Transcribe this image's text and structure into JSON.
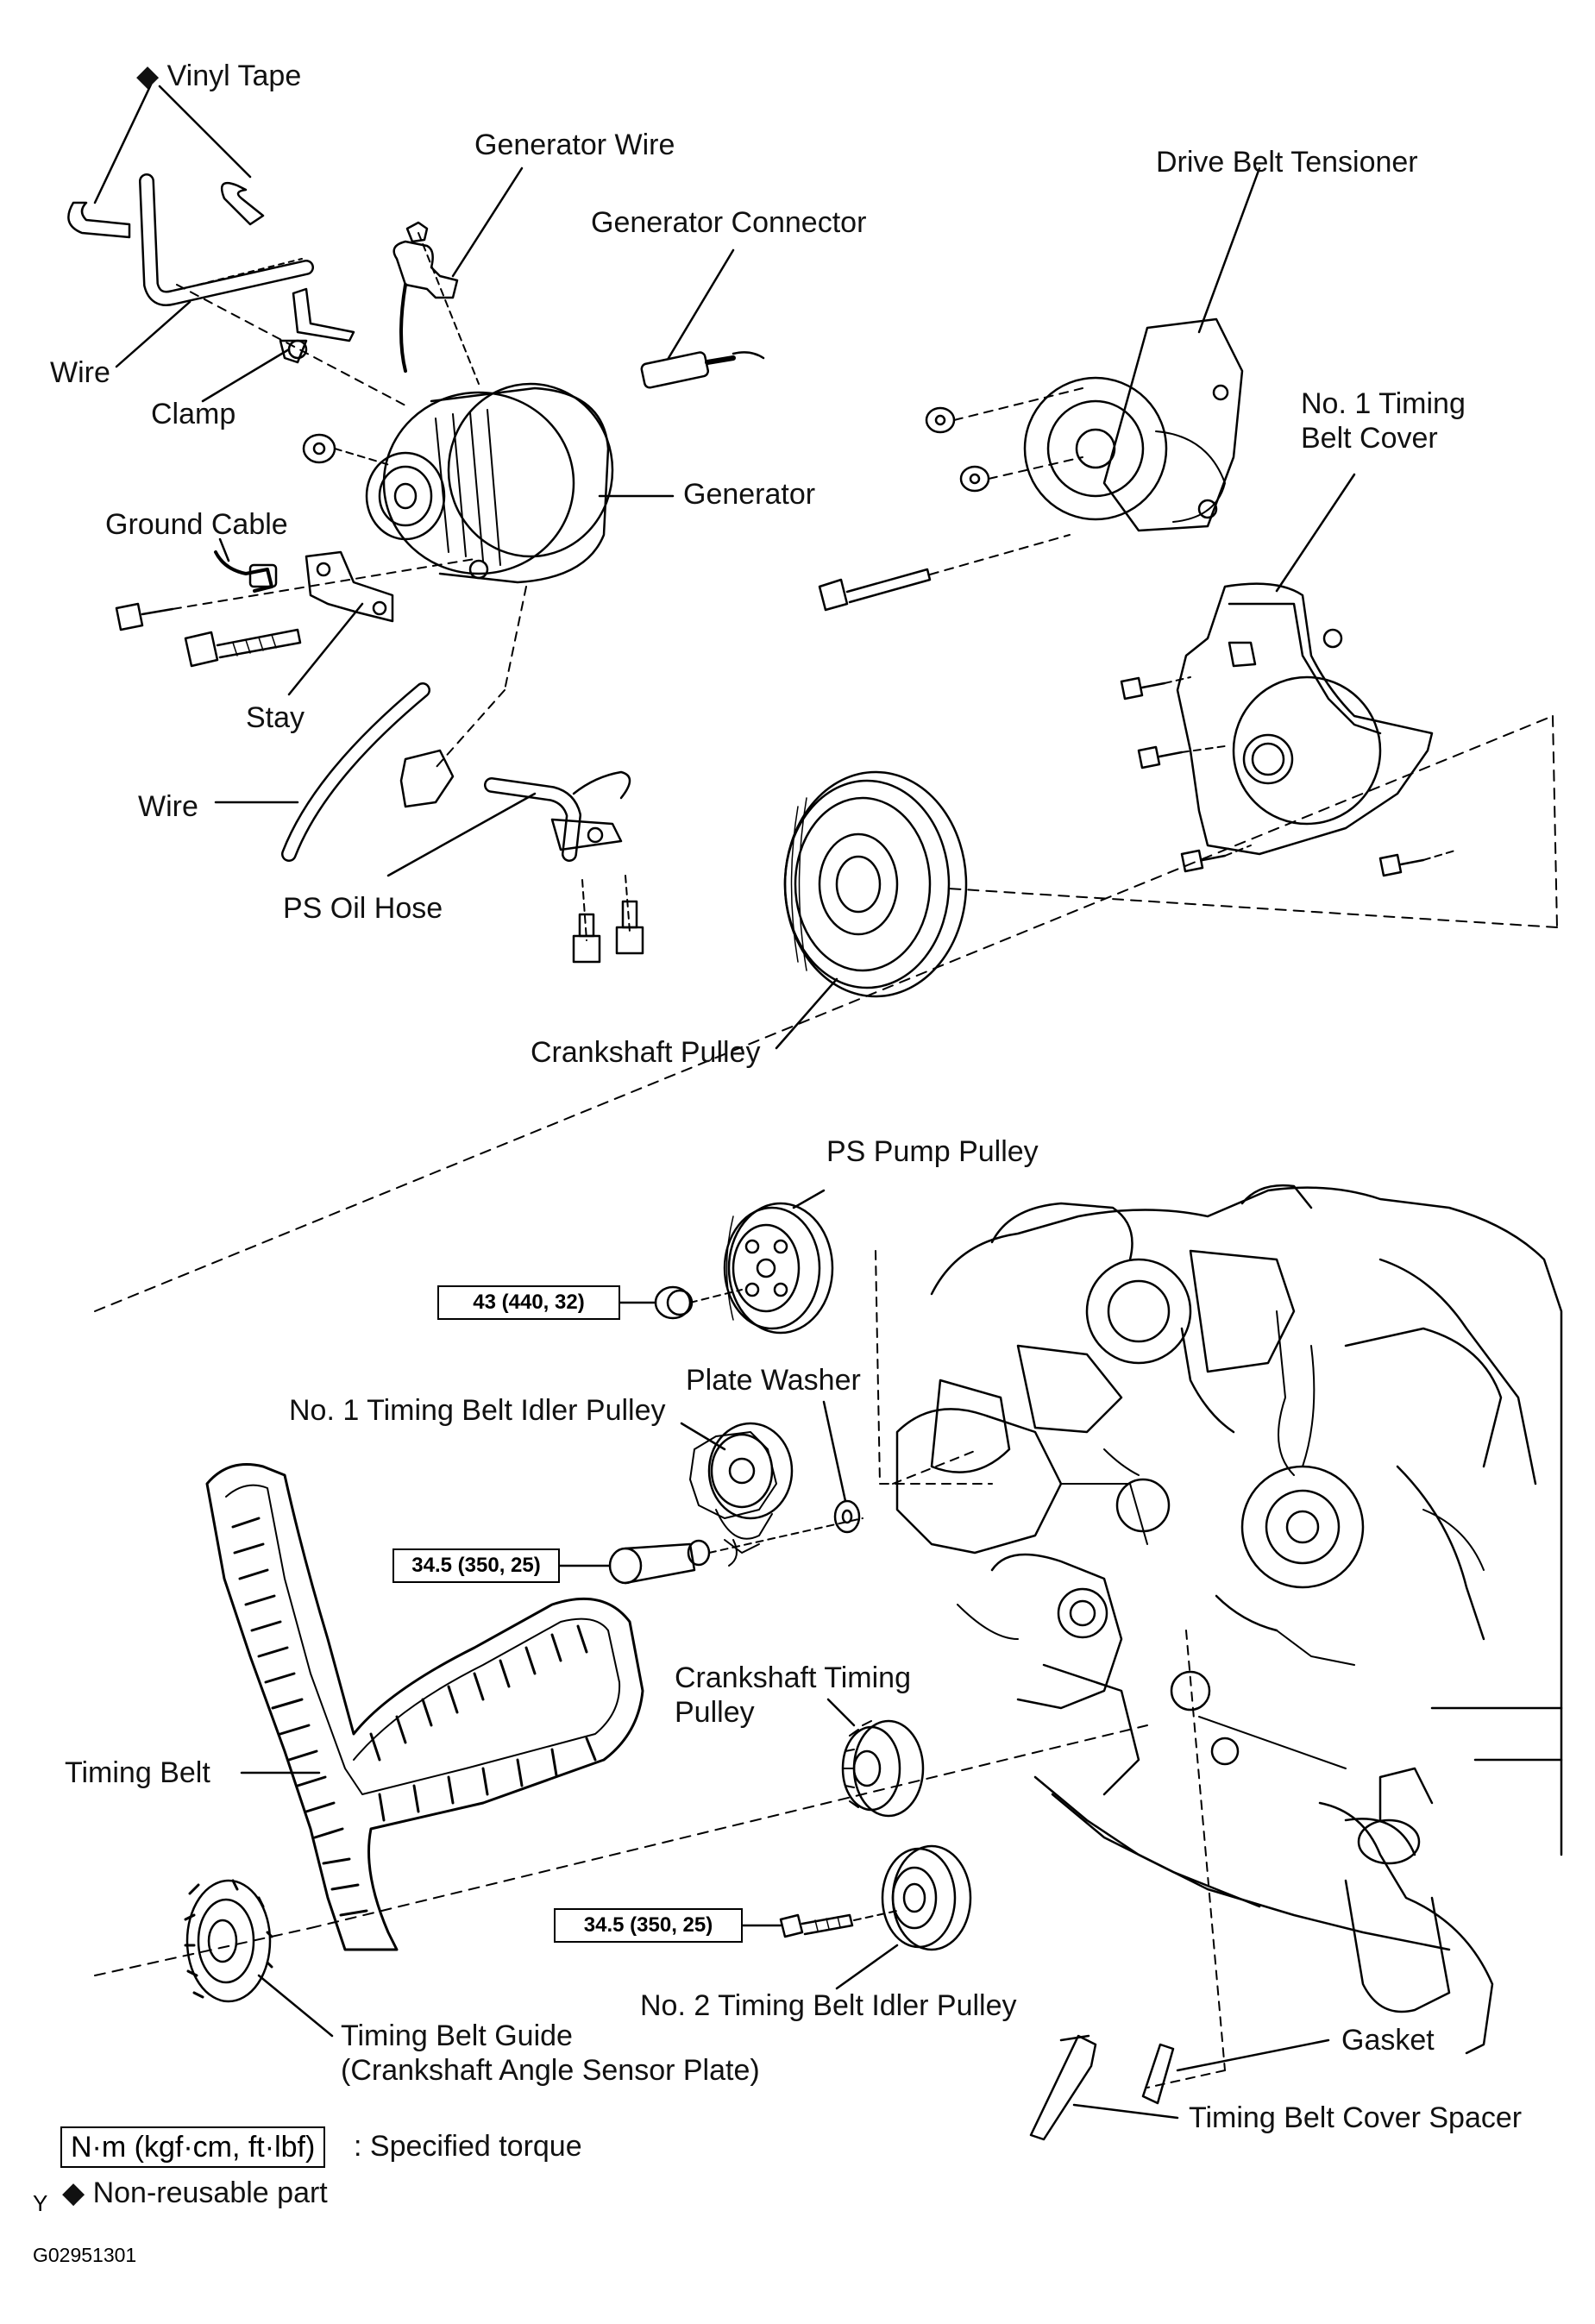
{
  "labels": {
    "vinyl_tape": "◆ Vinyl Tape",
    "generator_wire": "Generator Wire",
    "generator_connector": "Generator Connector",
    "drive_belt_tensioner": "Drive Belt Tensioner",
    "wire_top": "Wire",
    "clamp": "Clamp",
    "generator": "Generator",
    "no1_timing_belt_cover_line1": "No. 1 Timing",
    "no1_timing_belt_cover_line2": "Belt Cover",
    "ground_cable": "Ground Cable",
    "stay": "Stay",
    "wire_bottom": "Wire",
    "ps_oil_hose": "PS Oil Hose",
    "crankshaft_pulley": "Crankshaft Pulley",
    "ps_pump_pulley": "PS Pump Pulley",
    "plate_washer": "Plate Washer",
    "no1_timing_belt_idler_pulley": "No. 1 Timing Belt Idler Pulley",
    "crankshaft_timing_pulley_line1": "Crankshaft Timing",
    "crankshaft_timing_pulley_line2": "Pulley",
    "timing_belt": "Timing Belt",
    "no2_timing_belt_idler_pulley": "No. 2 Timing Belt Idler Pulley",
    "timing_belt_guide_line1": "Timing Belt Guide",
    "timing_belt_guide_line2": "(Crankshaft Angle Sensor Plate)",
    "gasket": "Gasket",
    "timing_belt_cover_spacer": "Timing Belt Cover Spacer"
  },
  "torques": {
    "ps_pump_pulley_nut": "43 (440, 32)",
    "idler_pulley_1_bolt": "34.5 (350, 25)",
    "idler_pulley_2_bolt": "34.5 (350, 25)"
  },
  "legend": {
    "torque_unit": "N·m (kgf·cm, ft·lbf)",
    "torque_desc": ": Specified torque",
    "nonreusable": "◆  Non-reusable part",
    "corner_mark": "Y",
    "figure_id": "G02951301"
  }
}
